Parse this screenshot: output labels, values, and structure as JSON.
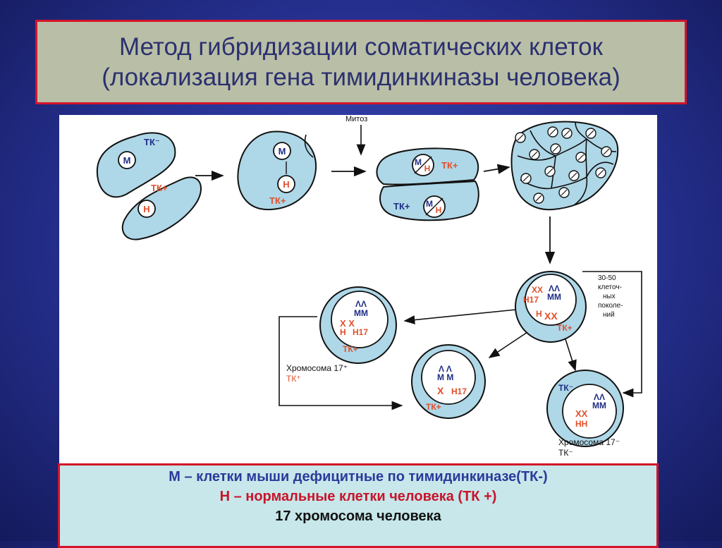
{
  "title": {
    "line1": "Метод гибридизации соматических клеток",
    "line2": "(локализация гена тимидинкиназы человека)"
  },
  "diagram": {
    "mitosis_label": "Митоз",
    "mouse_nucleus": "М",
    "human_nucleus": "Н",
    "tk_minus": "ТК⁻",
    "tk_plus": "ТК+",
    "generations_label": [
      "30-50",
      "клеточ-",
      "ных",
      "поколе-",
      "ний"
    ],
    "m_label": "М",
    "mm_label": "ММ",
    "h17_label": "Н17",
    "hh_label": "НН",
    "chromosome_17_plus_line1": "Хромосома 17⁺",
    "chromosome_17_plus_line2": "ТК⁺",
    "chromosome_17_minus_line1": "Хромосома 17⁻",
    "chromosome_17_minus_line2": "ТК⁻",
    "colors": {
      "cell_fill": "#aed7e7",
      "outline": "#111111",
      "human_red": "#e0502c",
      "mouse_blue": "#1f2e86"
    }
  },
  "legend": {
    "line1": "М – клетки мыши дефицитные по тимидинкиназе(ТК-)",
    "line2": "Н – нормальные клетки человека (ТК +)",
    "line3": "17 хромосома человека"
  }
}
